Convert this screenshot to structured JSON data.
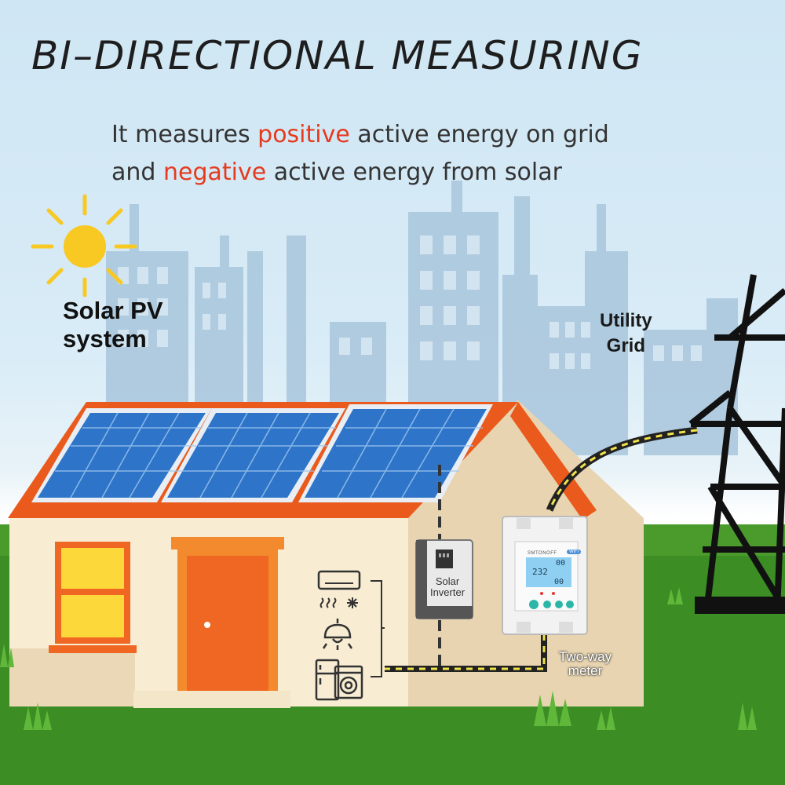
{
  "headline": "BI–DIRECTIONAL MEASURING",
  "subtitle": {
    "line1_pre": "It measures ",
    "line1_highlight": "positive",
    "line1_post": " active energy on grid",
    "line2_pre": "and ",
    "line2_highlight": "negative",
    "line2_post": " active energy from solar"
  },
  "labels": {
    "solar_line1": "Solar PV",
    "solar_line2": "system",
    "grid_line1": "Utility",
    "grid_line2": "Grid",
    "inverter_line1": "Solar",
    "inverter_line2": "Inverter",
    "meter_line1": "Two-way",
    "meter_line2": "meter"
  },
  "meter": {
    "brand": "SMTONOFF",
    "wifi": "WiFi",
    "display_main": "232",
    "display_top": "00",
    "display_right": "00"
  },
  "icons": [
    "sun-icon",
    "air-conditioner-icon",
    "heater-icon",
    "ceiling-lamp-icon",
    "fridge-icon",
    "washing-machine-icon"
  ],
  "colors": {
    "highlight": "#e53a1e",
    "roof": "#ea5a1c",
    "panel": "#2e75c9",
    "wall": "#f8ecd3",
    "side_wall": "#e8d4b0",
    "door": "#ef6722",
    "grass": "#3c8d24",
    "sun": "#f8c823",
    "tower": "#111111",
    "cable_dash": "#f2e24a"
  }
}
